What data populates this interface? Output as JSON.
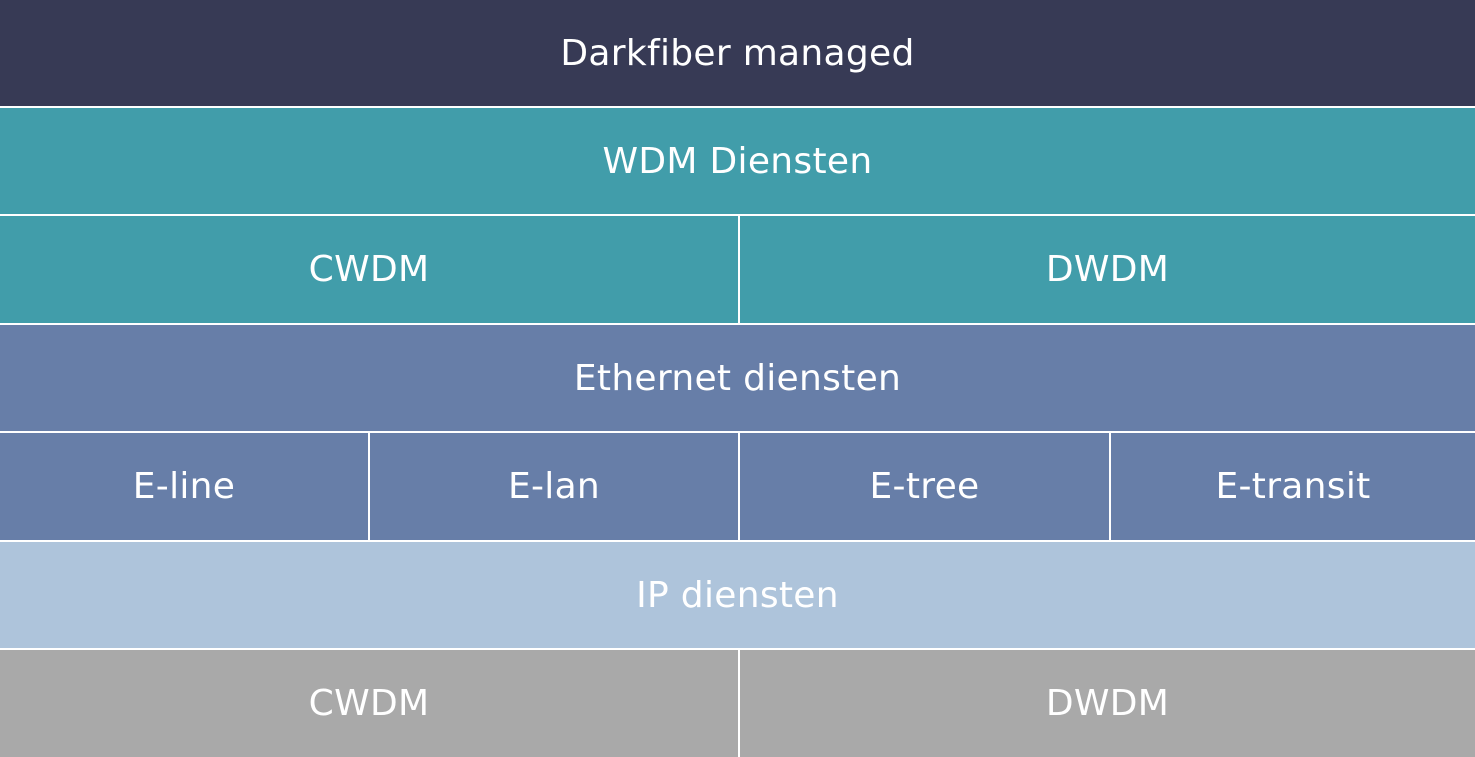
{
  "layers": [
    {
      "label": "Darkfiber managed",
      "color": "#373a55"
    },
    {
      "label": "WDM Diensten",
      "color": "#419daa"
    },
    {
      "cells": [
        "CWDM",
        "DWDM"
      ],
      "color": "#419daa"
    },
    {
      "label": "Ethernet diensten",
      "color": "#677ea8"
    },
    {
      "cells": [
        "E-line",
        "E-lan",
        "E-tree",
        "E-transit"
      ],
      "color": "#677ea8"
    },
    {
      "label": "IP diensten",
      "color": "#aec4db"
    },
    {
      "cells": [
        "CWDM",
        "DWDM"
      ],
      "color": "#a9a9a9"
    }
  ]
}
